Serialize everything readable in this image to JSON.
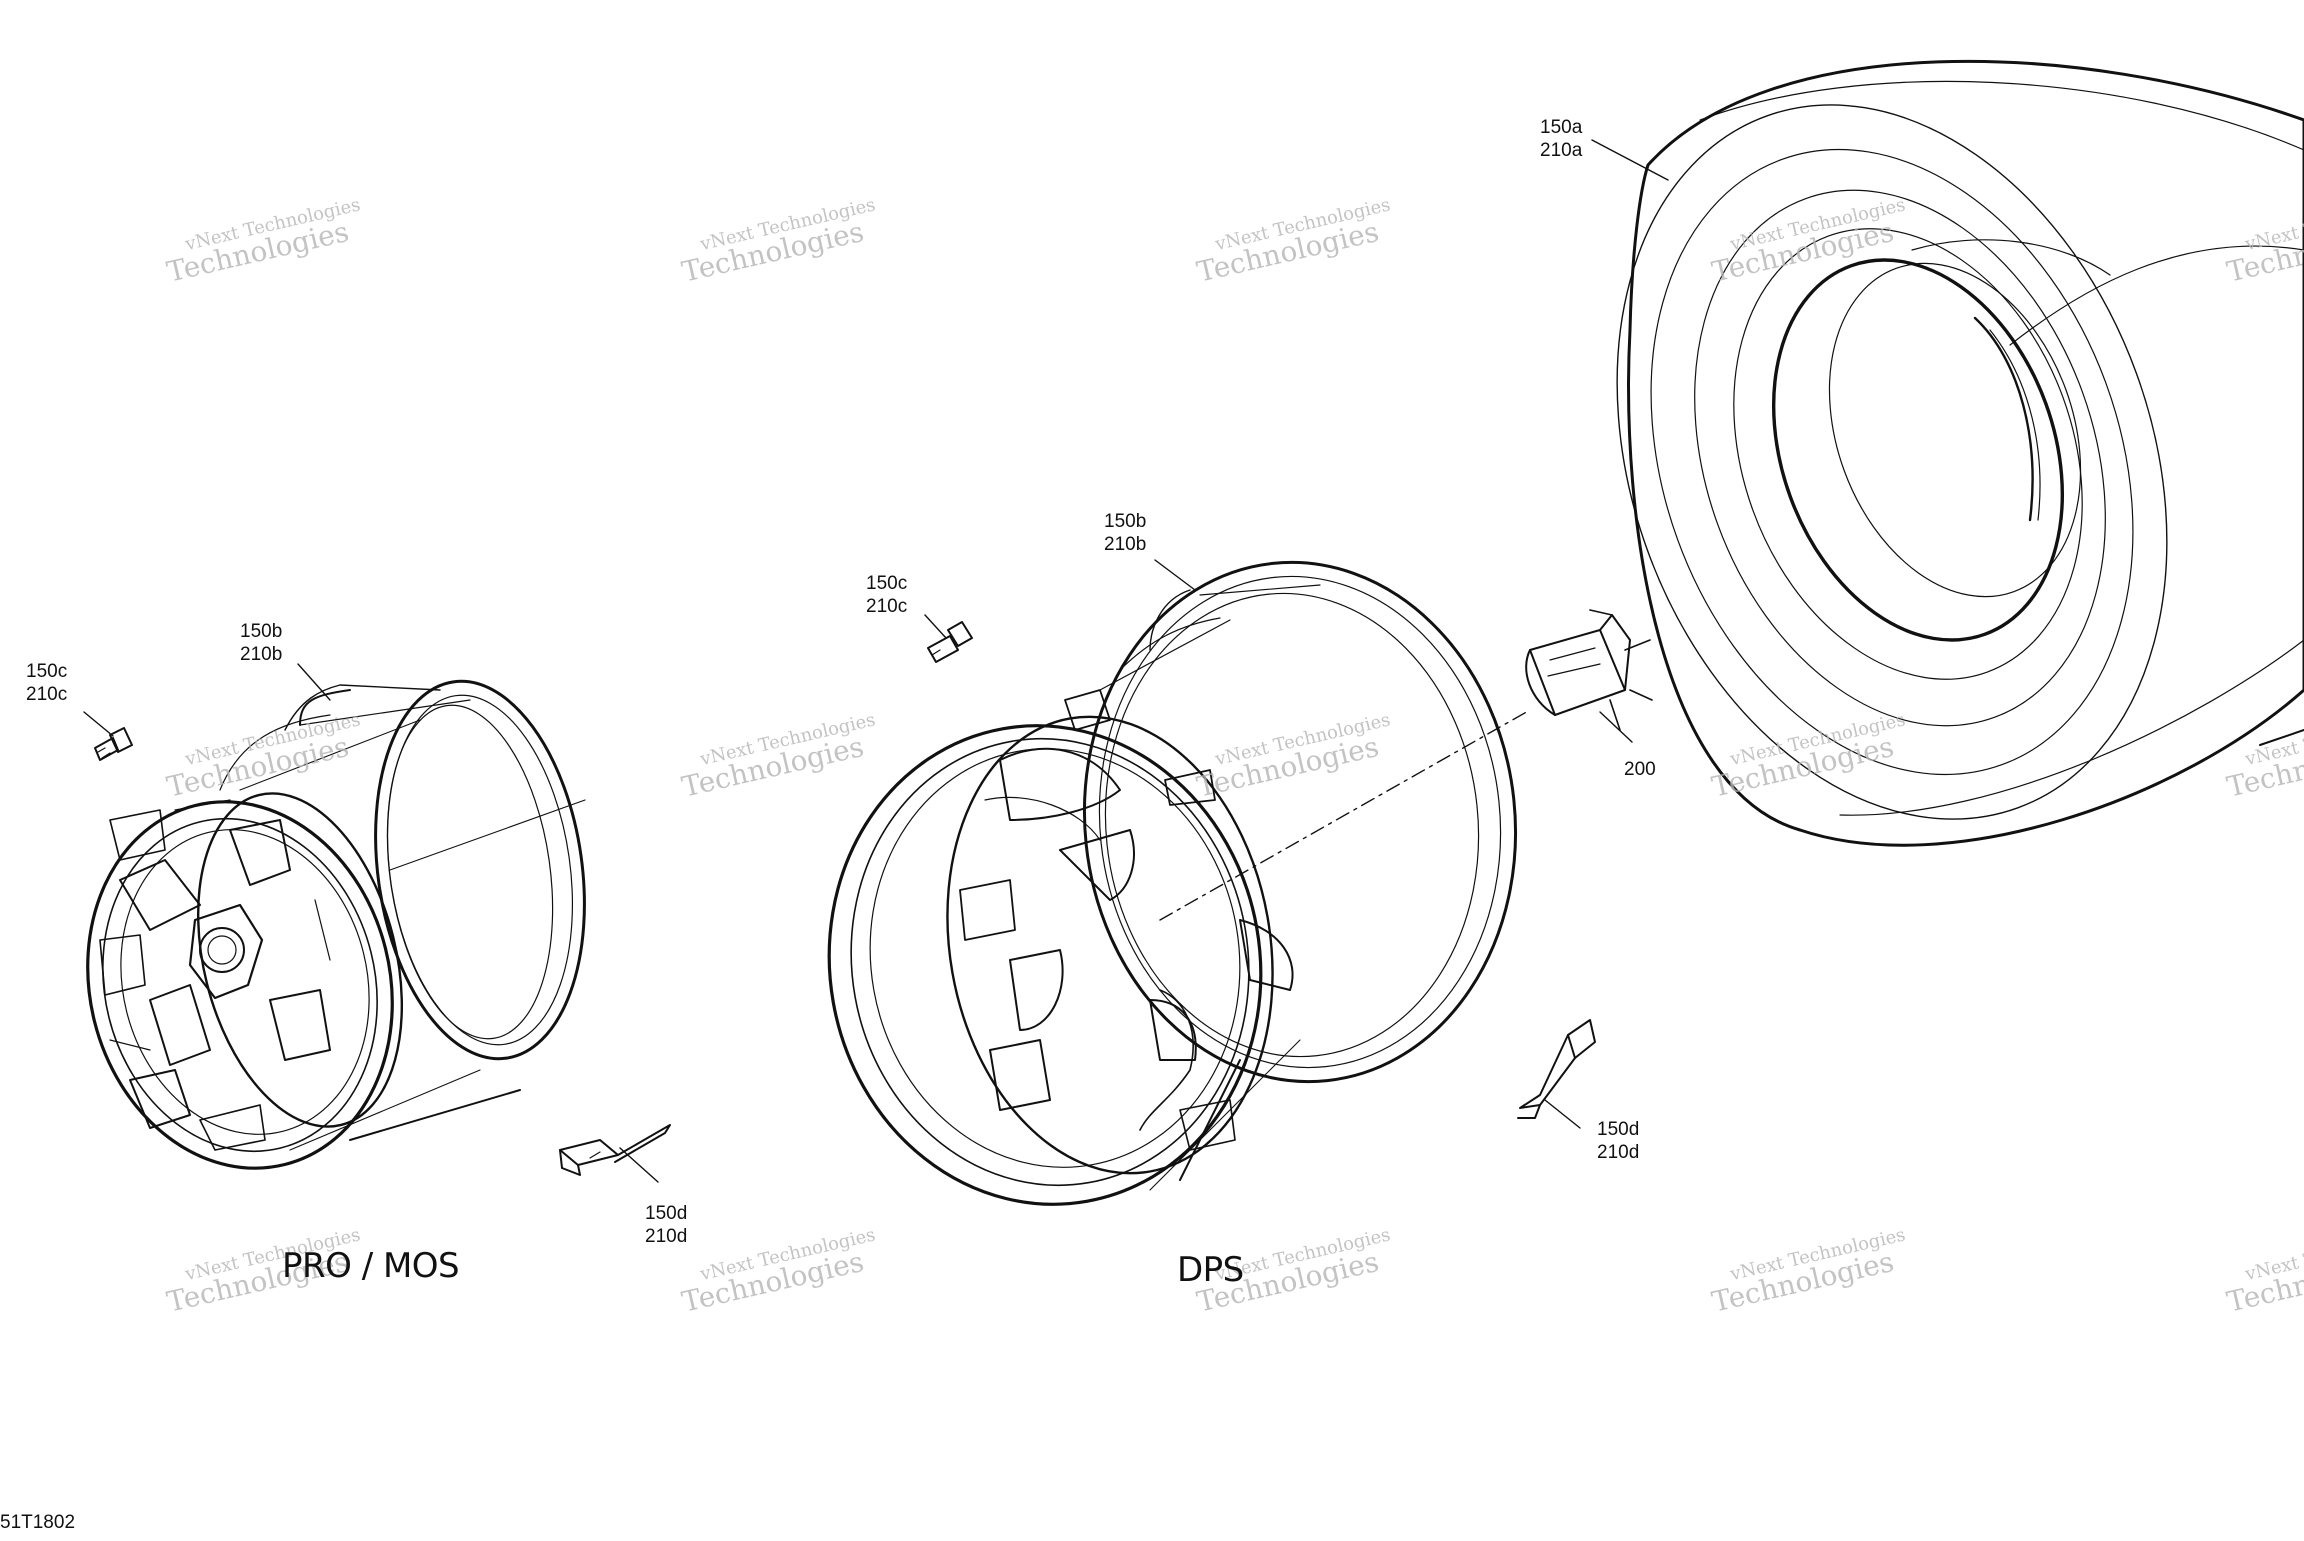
{
  "diagram": {
    "drawing_code": "51T1802",
    "captions": {
      "left": "PRO / MOS",
      "center": "DPS"
    },
    "watermark": {
      "line1": "vNext Technologies",
      "line2": "Technologies"
    },
    "callouts": {
      "left_valve": [
        "150c",
        "210c"
      ],
      "left_rim": [
        "150b",
        "210b"
      ],
      "left_weight": [
        "150d",
        "210d"
      ],
      "center_valve": [
        "150c",
        "210c"
      ],
      "center_rim": [
        "150b",
        "210b"
      ],
      "center_weight": [
        "150d",
        "210d"
      ],
      "hub_cap": [
        "200"
      ],
      "tire": [
        "150a",
        "210a"
      ]
    }
  }
}
